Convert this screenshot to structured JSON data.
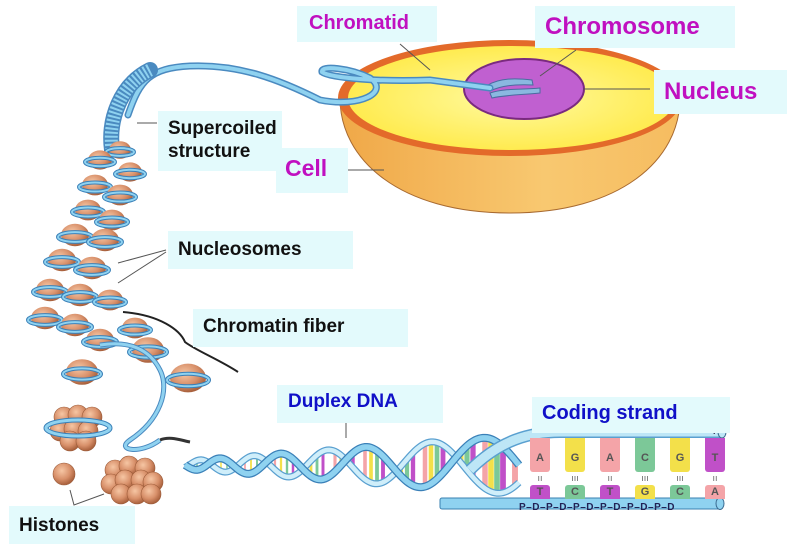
{
  "title": "DNA packaging from duplex DNA to chromosome",
  "labels": {
    "chromatid": "Chromatid",
    "chromosome": "Chromosome",
    "nucleus": "Nucleus",
    "supercoiled_line1": "Supercoiled",
    "supercoiled_line2": "structure",
    "cell": "Cell",
    "nucleosomes": "Nucleosomes",
    "chromatin_fiber": "Chromatin fiber",
    "duplex_dna": "Duplex DNA",
    "coding_strand": "Coding strand",
    "histones": "Histones"
  },
  "colors": {
    "label_bg": "#e3fafc",
    "label_magenta": "#c010c0",
    "label_black": "#111111",
    "label_blue": "#1010c8",
    "dna_blue": "#6ec3ea",
    "cell_yellow": "#fff070",
    "cell_orange": "#f4b050",
    "cell_rim": "#e36a2a",
    "nucleus_purple": "#c060d0",
    "histone_brown": "#d8906a"
  },
  "base_pairs": [
    {
      "top": "A",
      "bottom": "T",
      "top_color": "#f4a4a8",
      "bottom_color": "#c050c8",
      "bond": "ıı"
    },
    {
      "top": "G",
      "bottom": "C",
      "top_color": "#f3e04a",
      "bottom_color": "#7cc898",
      "bond": "ııı"
    },
    {
      "top": "A",
      "bottom": "T",
      "top_color": "#f4a4a8",
      "bottom_color": "#c050c8",
      "bond": "ıı"
    },
    {
      "top": "C",
      "bottom": "G",
      "top_color": "#7cc898",
      "bottom_color": "#f3e04a",
      "bond": "ııı"
    },
    {
      "top": "G",
      "bottom": "C",
      "top_color": "#f3e04a",
      "bottom_color": "#7cc898",
      "bond": "ııı"
    },
    {
      "top": "T",
      "bottom": "A",
      "top_color": "#c050c8",
      "bottom_color": "#f4a4a8",
      "bond": "ıı"
    }
  ],
  "backbone": "P–D–P–D–P–D–P–D–P–D–P–D",
  "backbone_top_end": "P"
}
